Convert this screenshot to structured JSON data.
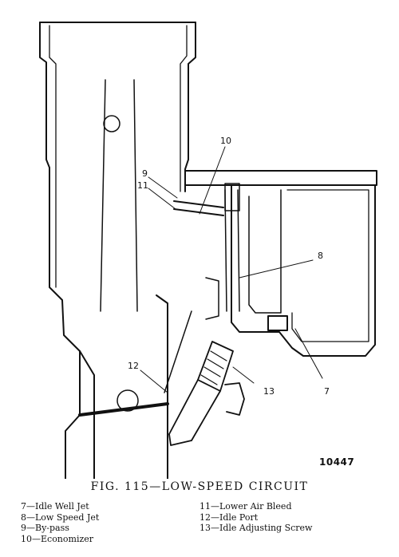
{
  "figure_number": "10447",
  "caption": "FIG. 115—LOW-SPEED CIRCUIT",
  "callouts": [
    "7",
    "8",
    "9",
    "10",
    "11",
    "12",
    "13"
  ],
  "legend_left": [
    "7—Idle Well Jet",
    "8—Low Speed Jet",
    "9—By-pass",
    "10—Economizer"
  ],
  "legend_right": [
    "11—Lower Air Bleed",
    "12—Idle Port",
    "13—Idle Adjusting Screw"
  ]
}
